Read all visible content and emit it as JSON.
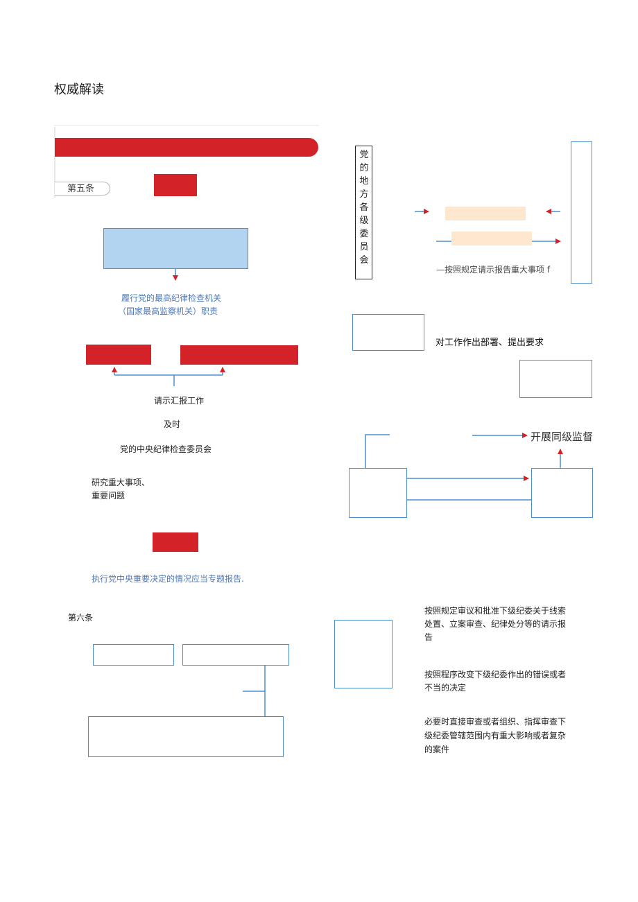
{
  "page_title": "权威解读",
  "left": {
    "article5_label": "第五条",
    "duty_line1": "履行党的最高纪律检查机关",
    "duty_line2": "（国家最高监察机关）职责",
    "report_work": "请示汇报工作",
    "timely": "及时",
    "central_commission": "党的中央纪律检查委员会",
    "study_line1": "研究重大事项、",
    "study_line2": "重要问题",
    "special_report": "执行党中央重要决定的情况应当专题报告."
  },
  "right": {
    "local_committee": "党的地方各级委员会",
    "report_major": "—按照规定请示报告重大事项 f",
    "deploy": "对工作作出部署、提出要求",
    "same_level": "开展同级监督"
  },
  "article6": {
    "label": "第六条",
    "item1_line1": "按照规定审议和批准下级纪委关于线索",
    "item1_line2": "处置、立案审查、纪律处分等的请示报",
    "item1_line3": "告",
    "item2_line1": "按照程序改变下级纪委作出的错误或者",
    "item2_line2": "不当的决定",
    "item3_line1": "必要时直接审查或者组织、指挥审查下",
    "item3_line2": "级纪委管辖范围内有重大影响或者复杂",
    "item3_line3": "的案件"
  },
  "colors": {
    "accent_red": "#d42229",
    "box_blue": "#4a8fd0",
    "fill_blue": "#b3d4f0",
    "peach": "#fde7cf",
    "text_blue": "#4f79b8"
  }
}
